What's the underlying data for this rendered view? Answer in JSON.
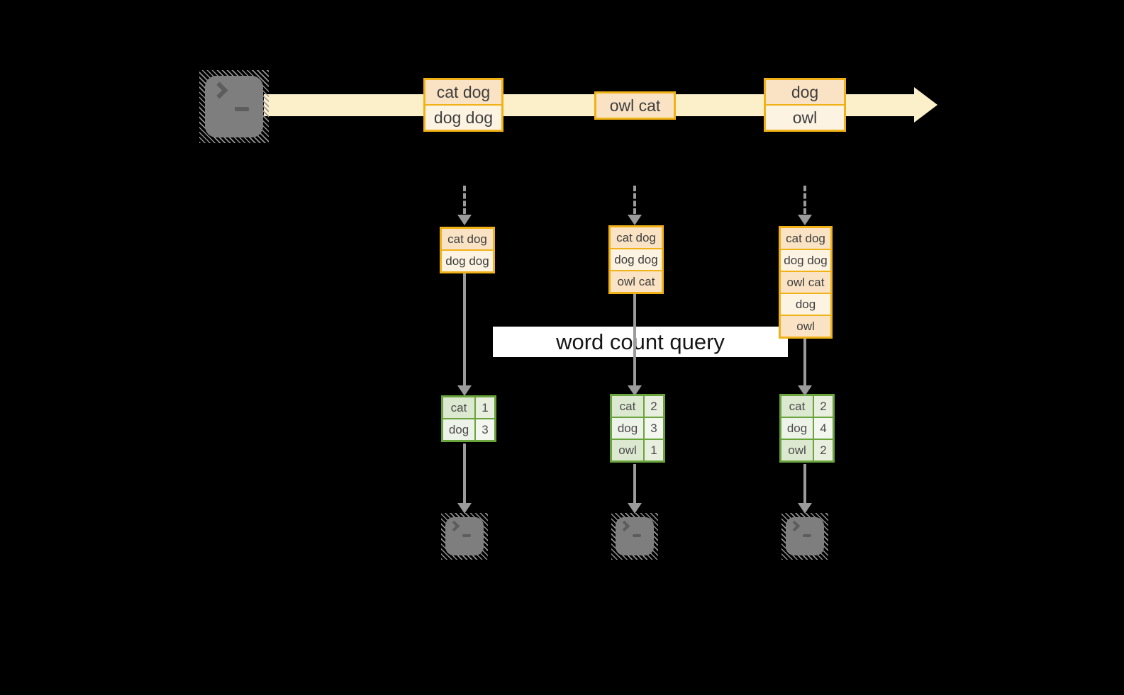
{
  "query_label": "word count query",
  "icons": {
    "source_terminal": "terminal-prompt-icon",
    "output_terminal": "terminal-prompt-icon"
  },
  "colors": {
    "background": "#000000",
    "stream_band": "#fcf0cb",
    "event_border": "#f0b217",
    "event_fill_dark": "#fae3c4",
    "event_fill_light": "#fdf3e2",
    "table_border": "#69a43c",
    "table_fill_dark": "#dce8d0",
    "table_fill_light": "#eef3ea",
    "connector_gray": "#9b9b9b",
    "terminal_gray": "#7e7e7e"
  },
  "timeline": {
    "events": [
      {
        "rows": [
          "cat dog",
          "dog dog"
        ]
      },
      {
        "rows": [
          "owl cat"
        ]
      },
      {
        "rows": [
          "dog",
          "owl"
        ]
      }
    ]
  },
  "streams": [
    {
      "buffer": [
        "cat dog",
        "dog dog"
      ],
      "counts": [
        {
          "word": "cat",
          "count": "1"
        },
        {
          "word": "dog",
          "count": "3"
        }
      ]
    },
    {
      "buffer": [
        "cat dog",
        "dog dog",
        "owl cat"
      ],
      "counts": [
        {
          "word": "cat",
          "count": "2"
        },
        {
          "word": "dog",
          "count": "3"
        },
        {
          "word": "owl",
          "count": "1"
        }
      ]
    },
    {
      "buffer": [
        "cat dog",
        "dog dog",
        "owl cat",
        "dog",
        "owl"
      ],
      "counts": [
        {
          "word": "cat",
          "count": "2"
        },
        {
          "word": "dog",
          "count": "4"
        },
        {
          "word": "owl",
          "count": "2"
        }
      ]
    }
  ]
}
